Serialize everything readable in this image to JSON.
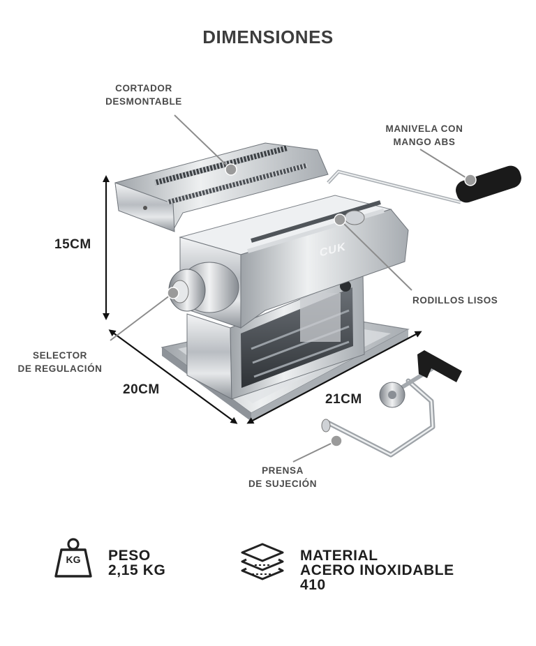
{
  "title": "DIMENSIONES",
  "parts": {
    "cortador": [
      "CORTADOR",
      "DESMONTABLE"
    ],
    "manivela": [
      "MANIVELA CON",
      "MANGO ABS"
    ],
    "rodillos": [
      "RODILLOS LISOS"
    ],
    "selector": [
      "SELECTOR",
      "DE REGULACIÓN"
    ],
    "prensa": [
      "PRENSA",
      "DE SUJECIÓN"
    ]
  },
  "dimensions": {
    "height": "15CM",
    "depth": "20CM",
    "width": "21CM"
  },
  "brand_mark": "CUK",
  "specs": {
    "weight": {
      "icon": "weight-icon",
      "badge": "KG",
      "lines": [
        "PESO",
        "2,15 KG"
      ]
    },
    "material": {
      "icon": "layers-icon",
      "lines": [
        "MATERIAL",
        "ACERO INOXIDABLE",
        "410"
      ]
    }
  },
  "colors": {
    "text": "#3a3a3a",
    "callout_line": "#8c8c8c",
    "callout_dot": "#9a9a9a",
    "steel": "#c8cbcf",
    "handle": "#1a1a1a"
  }
}
